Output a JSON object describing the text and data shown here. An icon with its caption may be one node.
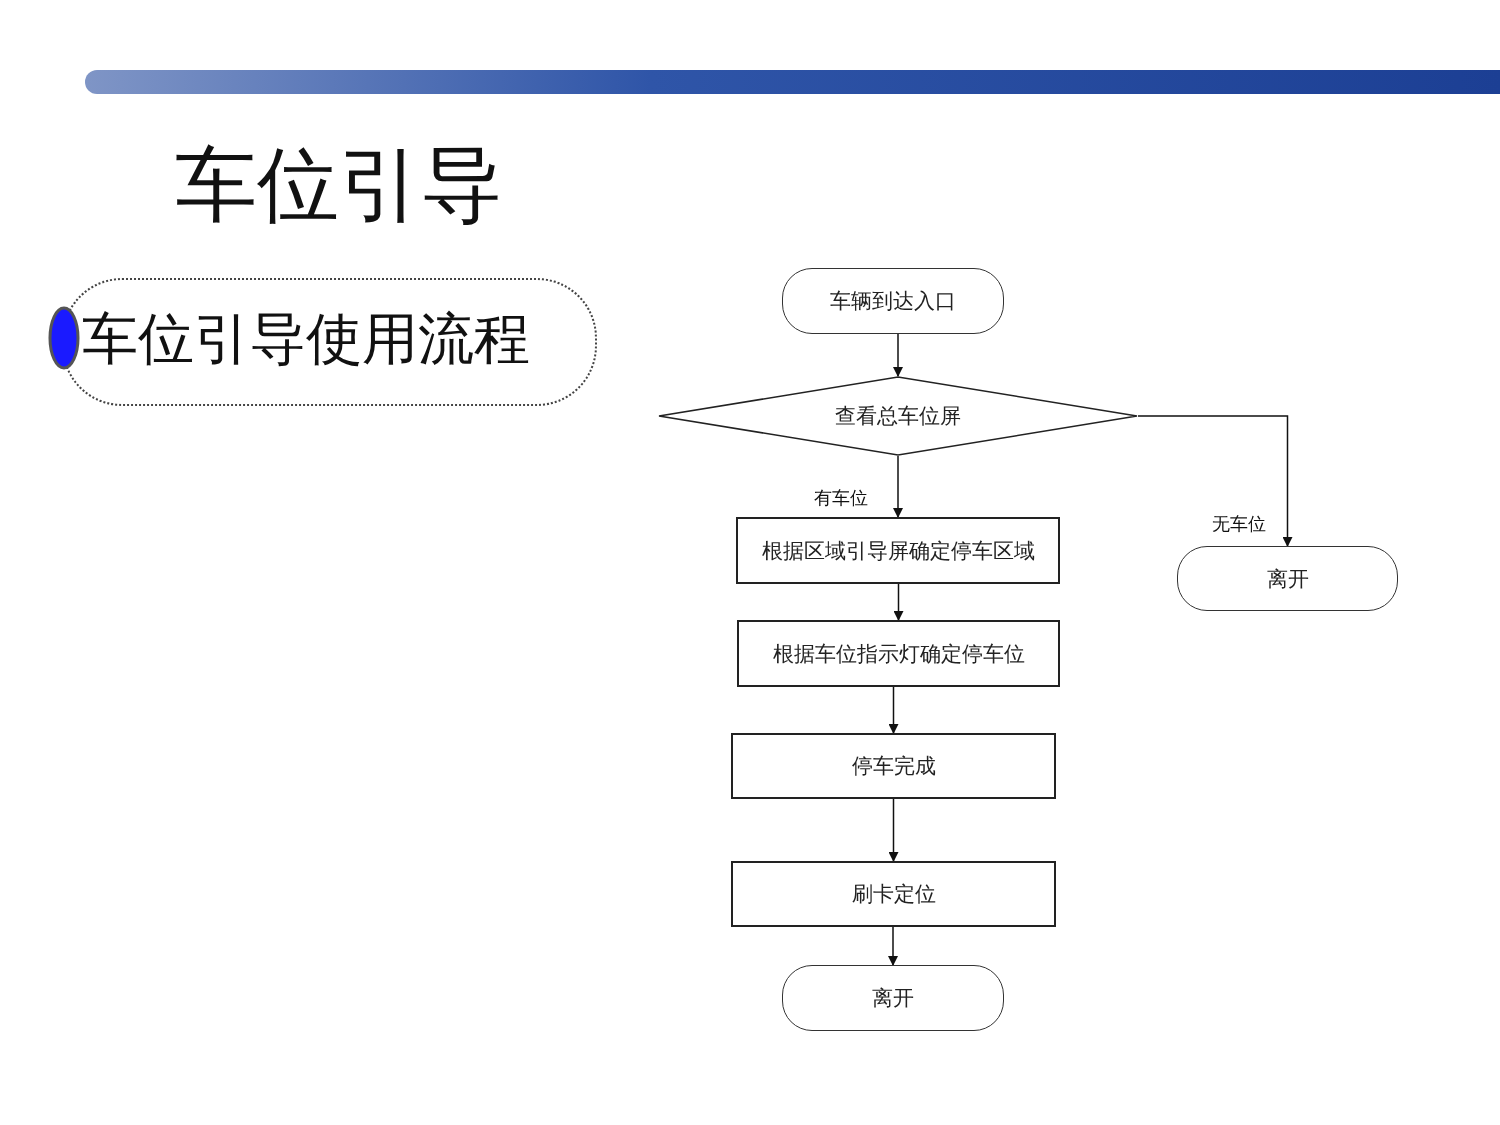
{
  "diagram": {
    "title": "车位引导",
    "nodes": [
      {
        "text": [
          "车辆到达入口"
        ]
      },
      {
        "text": [
          "查看总车位屏"
        ]
      },
      {
        "text": [
          "根据区域引导屏确定停车区域"
        ]
      },
      {
        "text": [
          "根据车位指示灯确定停车位"
        ]
      },
      {
        "text": [
          "停车完成"
        ]
      },
      {
        "text": [
          "刷卡定位"
        ]
      },
      {
        "text": [
          "离开"
        ]
      },
      {
        "text": [
          "离开"
        ]
      }
    ],
    "edges": [
      {
        "from": 0,
        "to": 1,
        "arrow": "to"
      },
      {
        "from": 1,
        "to": 2,
        "arrow": "to",
        "label": "有车位"
      },
      {
        "from": 2,
        "to": 3,
        "arrow": "to"
      },
      {
        "from": 3,
        "to": 4,
        "arrow": "to"
      },
      {
        "from": 4,
        "to": 5,
        "arrow": "to"
      },
      {
        "from": 5,
        "to": 6,
        "arrow": "to"
      },
      {
        "from": 1,
        "to": 7,
        "arrow": "to",
        "label": "无车位"
      }
    ],
    "labels": [
      "车位引导使用流程"
    ]
  }
}
